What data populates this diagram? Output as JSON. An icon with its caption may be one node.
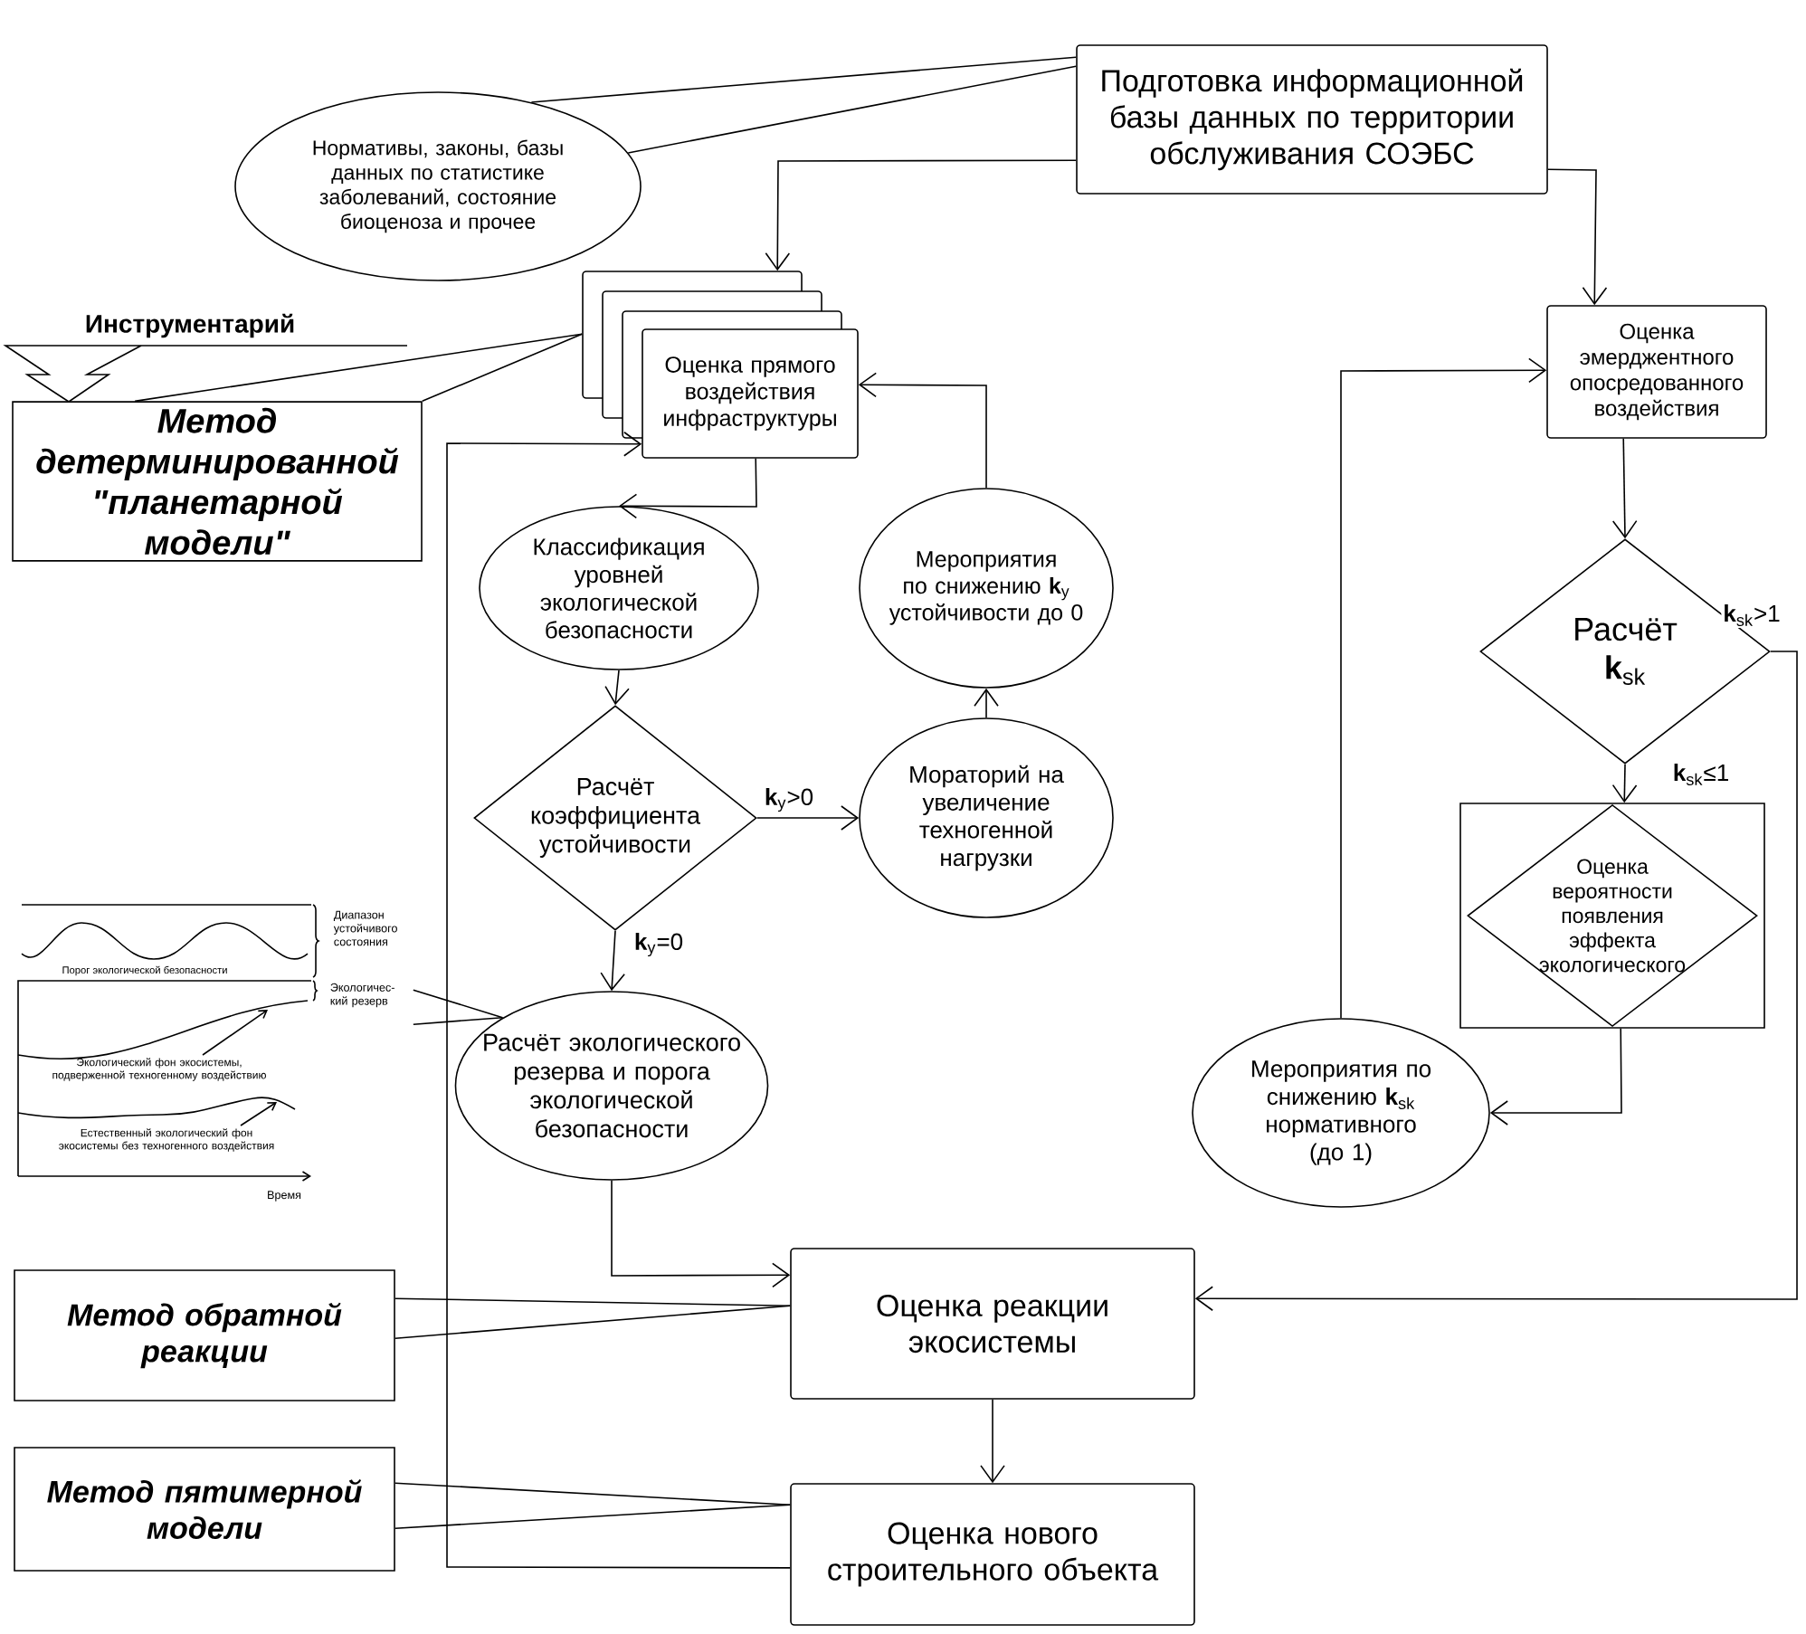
{
  "diagram": {
    "nodes": [
      {
        "text": [
          "Подготовка информационной базы данных по территории обслуживания СОЭБС"
        ]
      },
      {
        "text": [
          "Нормативы, законы, базы данных по статистике заболеваний, состояние биоценоза и прочее"
        ]
      },
      {
        "text": [
          "Оценка прямого воздействия инфраструктуры"
        ]
      },
      {
        "text": [
          "Метод детерминированной \"планетарной модели\""
        ]
      },
      {
        "text": [
          "Классификация уровней экологической безопасности"
        ]
      },
      {
        "text": [
          "Мероприятия по снижению **k**$_{y}$ устойчивости до 0"
        ]
      },
      {
        "text": [
          "Расчёт коэффициента устойчивости"
        ]
      },
      {
        "text": [
          "Мораторий на увеличение техногенной нагрузки"
        ]
      },
      {
        "text": [
          "Расчёт экологического резерва и порога экологической безопасности"
        ]
      },
      {
        "text": [
          "Оценка эмерджентного опосредованного воздействия"
        ]
      },
      {
        "text": [
          "Расчёт **k**$_{sk}$"
        ]
      },
      {
        "text": [],
        "shape": "box"
      },
      {
        "text": [
          "Оценка вероятности появления эффекта экологического"
        ],
        "in": 11
      },
      {
        "text": [
          "Мероприятия по снижению **k**$_{sk}$ нормативного (до 1)"
        ]
      },
      {
        "text": [
          "Оценка реакции экосистемы"
        ]
      },
      {
        "text": [
          "Оценка нового строительного объекта"
        ]
      },
      {
        "text": [
          "Метод обратной реакции"
        ]
      },
      {
        "text": [
          "Метод пятимерной модели"
        ]
      },
      {
        "text": [
          "Диапазон устойчивого состояния",
          "Порог экологической безопасности",
          "Экологичес-кий резерв",
          "Экологический фон экосистемы, подверженной техногенному воздействию",
          "Естественный экологический фон экосистемы без техногенного воздействия",
          "Время"
        ]
      }
    ],
    "edges": [
      {
        "from": 1,
        "to": 0,
        "arrow": "none"
      },
      {
        "from": 1,
        "to": 0,
        "arrow": "none"
      },
      {
        "from": 0,
        "to": 2,
        "arrow": "to"
      },
      {
        "from": 0,
        "to": 9,
        "arrow": "to"
      },
      {
        "from": 3,
        "to": 2,
        "arrow": "none"
      },
      {
        "from": 3,
        "to": 2,
        "arrow": "none"
      },
      {
        "from": 2,
        "to": 4,
        "arrow": "to"
      },
      {
        "from": 4,
        "to": 6,
        "arrow": "to"
      },
      {
        "from": 6,
        "to": 7,
        "arrow": "to",
        "label": "**k**$_{y}$>0"
      },
      {
        "from": 7,
        "to": 5,
        "arrow": "to"
      },
      {
        "from": 5,
        "to": 2,
        "arrow": "to"
      },
      {
        "from": 6,
        "to": 8,
        "arrow": "to",
        "label": "**k**$_{y}$=0"
      },
      {
        "from": 18,
        "to": 8,
        "arrow": "none"
      },
      {
        "from": 18,
        "to": 8,
        "arrow": "none"
      },
      {
        "from": 8,
        "to": 14,
        "arrow": "to"
      },
      {
        "from": 9,
        "to": 10,
        "arrow": "to"
      },
      {
        "from": 10,
        "to": 14,
        "arrow": "to",
        "label": "**k**$_{sk}$>1"
      },
      {
        "from": 10,
        "to": 11,
        "arrow": "to",
        "label": "**k**$_{sk}$≤1"
      },
      {
        "from": 11,
        "to": 13,
        "arrow": "to"
      },
      {
        "from": 13,
        "to": 9,
        "arrow": "to"
      },
      {
        "from": 16,
        "to": 14,
        "arrow": "none"
      },
      {
        "from": 16,
        "to": 14,
        "arrow": "none"
      },
      {
        "from": 17,
        "to": 15,
        "arrow": "none"
      },
      {
        "from": 17,
        "to": 15,
        "arrow": "none"
      },
      {
        "from": 14,
        "to": 15,
        "arrow": "to"
      },
      {
        "from": 15,
        "to": 2,
        "arrow": "to"
      }
    ],
    "labels": [
      "Инструментарий"
    ]
  }
}
